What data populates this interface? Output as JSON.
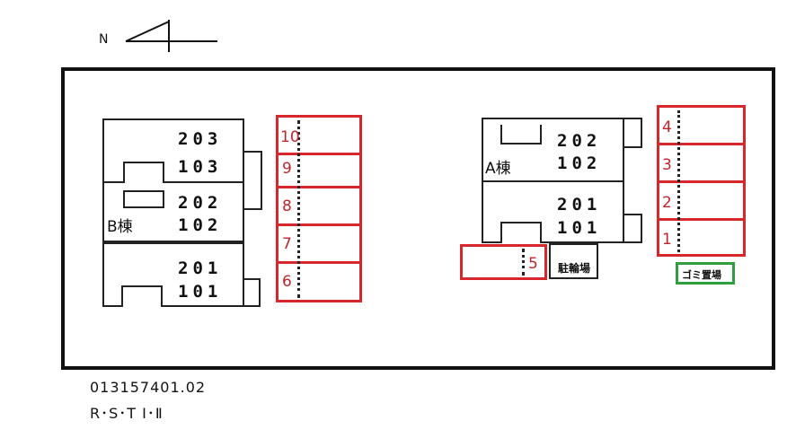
{
  "compass": {
    "north_label": "N"
  },
  "building_b": {
    "label": "B棟",
    "units": [
      "203",
      "103",
      "202",
      "102",
      "201",
      "101"
    ]
  },
  "building_a": {
    "label": "A棟",
    "units": [
      "202",
      "102",
      "201",
      "101"
    ]
  },
  "parking_left": [
    "10",
    "9",
    "8",
    "7",
    "6"
  ],
  "parking_right": [
    "4",
    "3",
    "2",
    "1"
  ],
  "parking_extra": "5",
  "bicycle_parking": "駐輪場",
  "garbage_area": "ゴミ置場",
  "garbage_color": "#2e9e3e",
  "slot_color": "#d8262d",
  "footer": {
    "code": "013157401.02",
    "name": "R･S･T Ⅰ･Ⅱ"
  }
}
